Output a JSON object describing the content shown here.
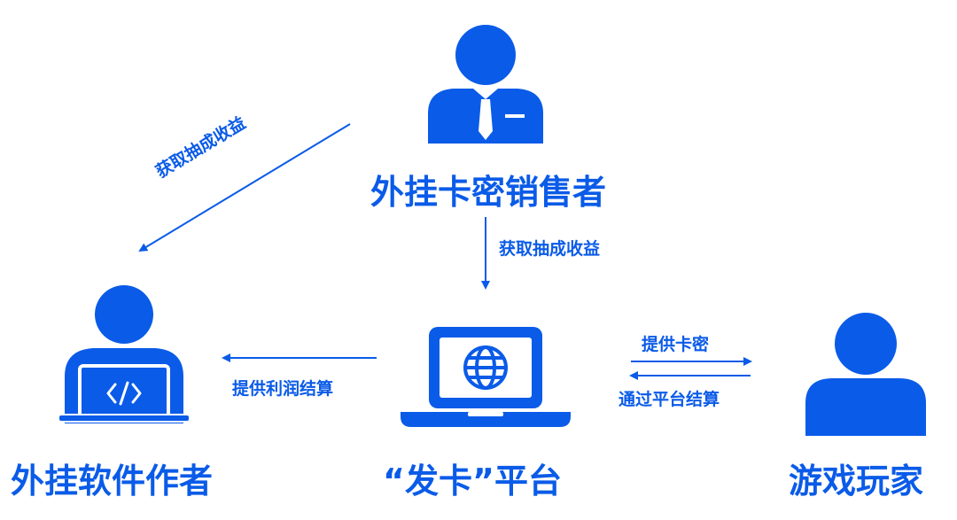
{
  "nodes": {
    "seller": {
      "label": "外挂卡密销售者",
      "icon": "businessman-icon"
    },
    "author": {
      "label": "外挂软件作者",
      "icon": "developer-laptop-icon"
    },
    "platform": {
      "label": "“发卡”平台",
      "icon": "laptop-globe-icon"
    },
    "player": {
      "label": "游戏玩家",
      "icon": "person-icon"
    }
  },
  "edges": {
    "seller_to_author": "获取抽成收益",
    "seller_to_platform": "获取抽成收益",
    "platform_to_author": "提供利润结算",
    "platform_to_player": "提供卡密",
    "player_to_platform": "通过平台结算"
  },
  "colors": {
    "primary": "#0a5be8"
  }
}
